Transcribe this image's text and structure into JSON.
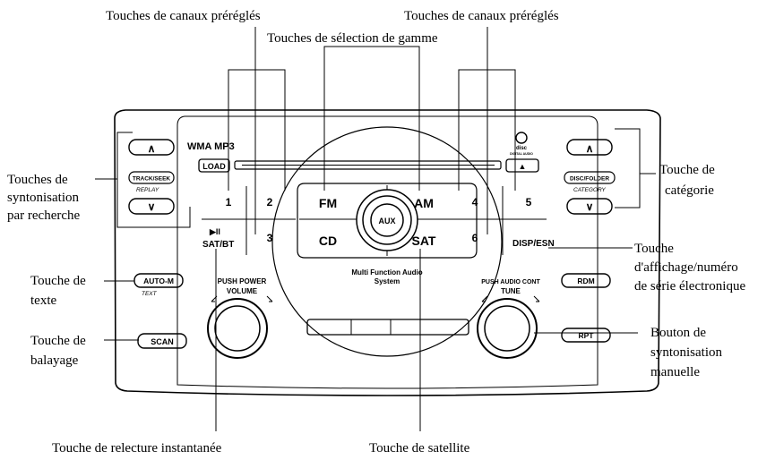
{
  "callouts": {
    "preset_left": "Touches de canaux préréglés",
    "preset_right": "Touches de canaux préréglés",
    "band_select": "Touches de sélection de gamme",
    "seek_line1": "Touches de",
    "seek_line2": "syntonisation",
    "seek_line3": "par recherche",
    "category_line1": "Touche de",
    "category_line2": "catégorie",
    "display_line1": "Touche",
    "display_line2": "d'affichage/numéro",
    "display_line3": "de série électronique",
    "text_line1": "Touche de",
    "text_line2": "texte",
    "scan_line1": "Touche de",
    "scan_line2": "balayage",
    "tune_line1": "Bouton de",
    "tune_line2": "syntonisation",
    "tune_line3": "manuelle",
    "replay_bottom": "Touche de relecture instantanée",
    "satellite_bottom": "Touche de satellite"
  },
  "panel": {
    "format_label": "WMA MP3",
    "load": "LOAD",
    "eject_glyph": "▲",
    "up_glyph": "∧",
    "down_glyph": "∨",
    "track_seek": "TRACK/SEEK",
    "replay": "REPLAY",
    "disc_folder": "DISC/FOLDER",
    "category": "CATEGORY",
    "preset_1": "1",
    "preset_2": "2",
    "preset_3": "3",
    "preset_4": "4",
    "preset_5": "5",
    "preset_6": "6",
    "fm": "FM",
    "am": "AM",
    "cd": "CD",
    "sat": "SAT",
    "aux": "AUX",
    "play_pause_glyph": "▶II",
    "sat_bt": "SAT/BT",
    "disp_esn": "DISP/ESN",
    "auto_m": "AUTO-M",
    "text_small": "TEXT",
    "scan": "SCAN",
    "rdm": "RDM",
    "rpt": "RPT",
    "mfa_line1": "Multi Function Audio",
    "mfa_line2": "System",
    "push_power": "PUSH POWER",
    "volume": "VOLUME",
    "push_audio_cont": "PUSH AUDIO CONT",
    "tune": "TUNE",
    "cd_logo_line1": "disc",
    "cd_logo_line2": "DIGITAL AUDIO"
  }
}
